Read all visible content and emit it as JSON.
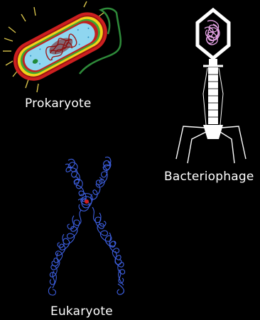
{
  "labels": {
    "prokaryote": "Prokaryote",
    "bacteriophage": "Bacteriophage",
    "eukaryote": "Eukaryote"
  },
  "colors": {
    "background": "#000000",
    "text": "#ffffff",
    "cell_wall": "#cc2020",
    "cell_membrane_yellow": "#f2d21a",
    "cell_membrane_green": "#3da632",
    "cytoplasm": "#8fd6f0",
    "nucleoid": "#a01818",
    "flagellum": "#2e8b3a",
    "pili": "#d6c24a",
    "phage_body": "#ffffff",
    "phage_dna": "#e6a3e6",
    "chromosome": "#3d5fe0",
    "centromere": "#d11f1f"
  },
  "icons": [
    "prokaryote-cell-icon",
    "bacteriophage-icon",
    "eukaryote-chromosome-icon"
  ]
}
